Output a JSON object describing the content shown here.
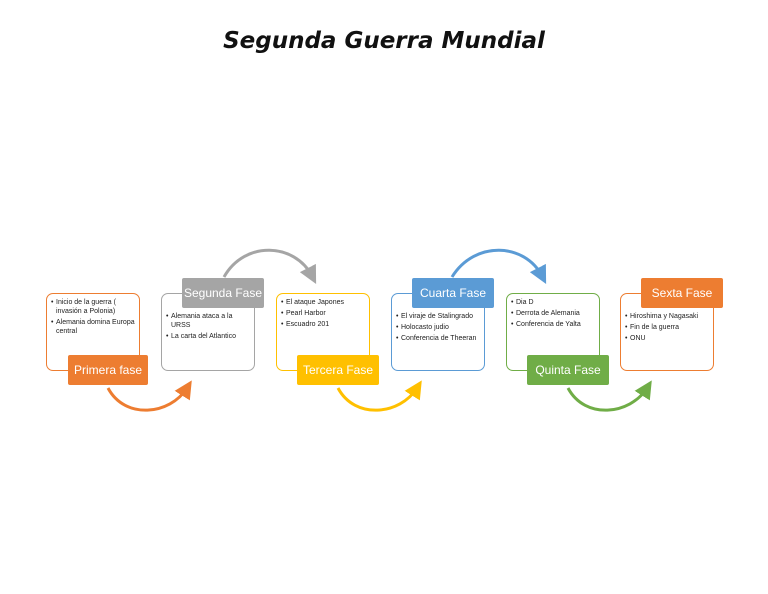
{
  "title": "Segunda Guerra Mundial",
  "colors": {
    "orange": "#ED7D31",
    "gray": "#A5A5A5",
    "yellow": "#FFC000",
    "blue": "#5B9BD5",
    "green": "#70AD47",
    "arrow_orange": "#ED7D31",
    "arrow_gray": "#A5A5A5",
    "arrow_yellow": "#FFC000",
    "arrow_blue": "#5B9BD5",
    "arrow_green": "#70AD47"
  },
  "phases": [
    {
      "label": "Primera fase",
      "color": "orange",
      "items": [
        "Inicio de la guerra  ( invasión a Polonia)",
        "Alemania domina Europa central"
      ]
    },
    {
      "label": "Segunda Fase",
      "color": "gray",
      "items": [
        "Alemania ataca a la URSS",
        "La carta del Atlantico"
      ]
    },
    {
      "label": "Tercera Fase",
      "color": "yellow",
      "items": [
        "El ataque Japones",
        "Pearl Harbor",
        "Escuadro 201"
      ]
    },
    {
      "label": "Cuarta  Fase",
      "color": "blue",
      "items": [
        "El viraje de Stalingrado",
        "Holocasto judio",
        "Conferencia de Theeran"
      ]
    },
    {
      "label": "Quinta Fase",
      "color": "green",
      "items": [
        "Dia D",
        "Derrota de Alemania",
        "Conferencia de Yalta"
      ]
    },
    {
      "label": "Sexta Fase",
      "color": "orange",
      "items": [
        "Hiroshima y Nagasaki",
        "Fin de la  guerra",
        "ONU"
      ]
    }
  ]
}
